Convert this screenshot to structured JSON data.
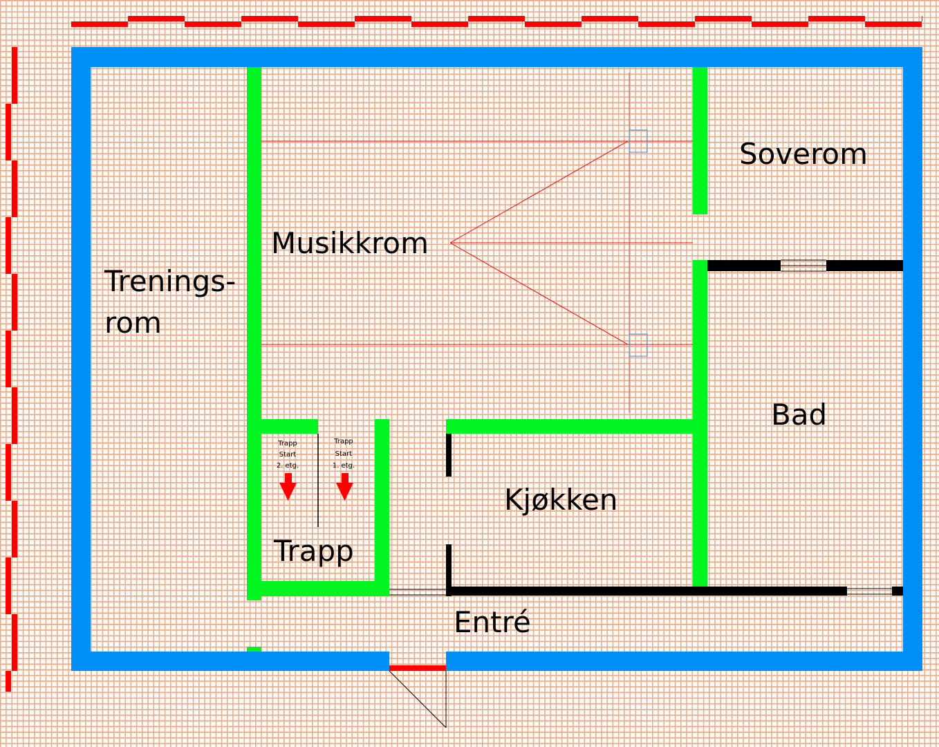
{
  "title": "Plantegning",
  "colors": {
    "grid_line": "#f4a27a",
    "grid_line_vertical": "#d9b49a",
    "background": "#fffaf5",
    "outer_wall": "#008ff7",
    "inner_wall": "#00f521",
    "light_wall": "#000000",
    "boundary_dashed": "#ff0000",
    "cable_line": "#ff0000",
    "speaker_box": "#3f8fd2",
    "stair_arrow": "#ff0000"
  },
  "rooms": {
    "treningsrom": {
      "line1": "Trenings-",
      "line2": "rom"
    },
    "musikkrom": "Musikkrom",
    "soverom": "Soverom",
    "bad": "Bad",
    "kjokken": "Kjøkken",
    "trapp": "Trapp",
    "entre": "Entré"
  },
  "stairs": {
    "left": {
      "line1": "Trapp",
      "line2": "Start",
      "line3": "2. etg.",
      "direction": "down"
    },
    "right": {
      "line1": "Trapp",
      "line2": "Start",
      "line3": "1. etg.",
      "direction": "down"
    }
  }
}
